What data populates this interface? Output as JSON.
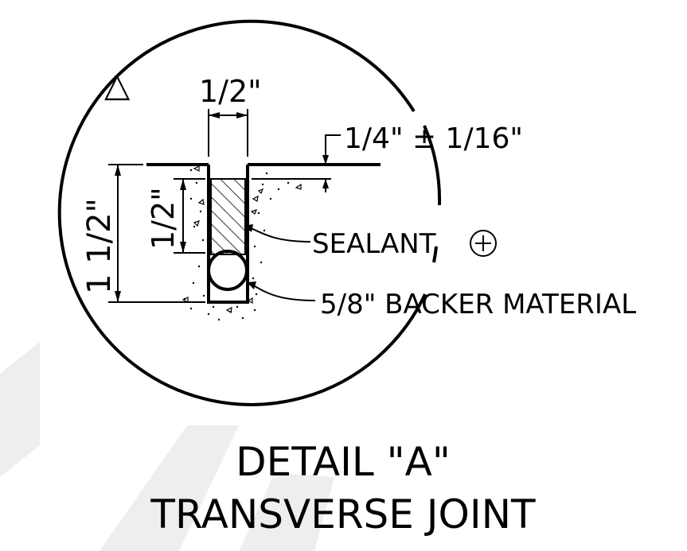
{
  "detail": {
    "triangle_symbol": "△",
    "joint_width": "1/2\"",
    "saw_depth": "1/4\" ± 1/16\"",
    "total_depth": "1 1/2\"",
    "sealant_depth": "1/2\"",
    "sealant_label": "SEALANT",
    "backer_label": "5/8\" BACKER MATERIAL",
    "title_line1": "DETAIL \"A\"",
    "title_line2": "TRANSVERSE JOINT"
  },
  "colors": {
    "ink": "#000000",
    "watermark": "#eeeeee",
    "background": "#ffffff"
  }
}
